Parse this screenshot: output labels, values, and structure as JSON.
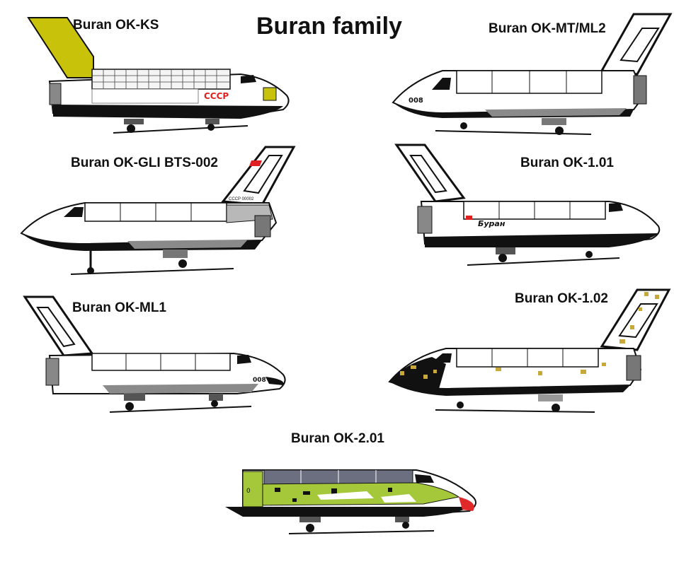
{
  "title": "Buran family",
  "vehicles": [
    {
      "label": "Buran OK-KS",
      "markings": [
        "СССР"
      ]
    },
    {
      "label": "Buran OK-MT/ML2",
      "markings": [
        "008"
      ]
    },
    {
      "label": "Buran OK-GLI BTS-002",
      "markings": [
        "002",
        "СССР 00002"
      ]
    },
    {
      "label": "Buran OK-1.01",
      "markings": [
        "Буран"
      ]
    },
    {
      "label": "Buran OK-ML1",
      "markings": [
        "008"
      ]
    },
    {
      "label": "Buran OK-1.02",
      "markings": []
    },
    {
      "label": "Buran OK-2.01",
      "markings": [
        "0"
      ]
    }
  ],
  "colors": {
    "tail_yellow": "#c8c20a",
    "flag_red": "#e02020",
    "nose_red": "#e02a2a",
    "camo_green": "#a5c83a",
    "camo_gold": "#c9a83a",
    "black": "#111111",
    "belly_grey": "#8a8a8a",
    "window_grey": "#6c6f80"
  }
}
